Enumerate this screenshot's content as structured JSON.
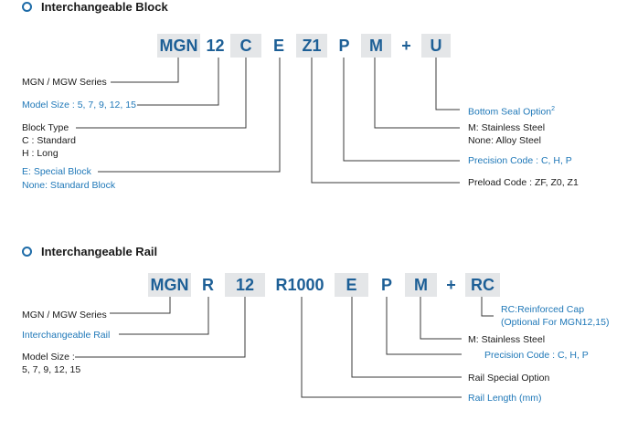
{
  "block": {
    "title": "Interchangeable Block",
    "codes": [
      "MGN",
      "12",
      "C",
      "E",
      "Z1",
      "P",
      "M",
      "+",
      "U"
    ],
    "labels": {
      "series": "MGN / MGW Series",
      "model_size": "Model Size : 5, 7, 9, 12, 15",
      "block_type_title": "Block Type",
      "block_type_c": "C : Standard",
      "block_type_h": "H : Long",
      "special_e": "E: Special Block",
      "special_none": "None: Standard Block",
      "preload": "Preload Code : ZF, Z0, Z1",
      "precision": "Precision Code : C, H, P",
      "material_m": "M: Stainless Steel",
      "material_none": "None: Alloy Steel",
      "seal": "Bottom Seal Option",
      "seal_sup": "2"
    }
  },
  "rail": {
    "title": "Interchangeable Rail",
    "codes": [
      "MGN",
      "R",
      "12",
      "R1000",
      "E",
      "P",
      "M",
      "+",
      "RC"
    ],
    "labels": {
      "series": "MGN / MGW Series",
      "rail": "Interchangeable Rail",
      "model_size_title": "Model Size :",
      "model_size_values": "5, 7, 9, 12, 15",
      "rc_1": "RC:Reinforced Cap",
      "rc_2": "(Optional For MGN12,15)",
      "material_m": "M: Stainless Steel",
      "precision": "Precision Code : C, H, P",
      "special": "Rail Special Option",
      "length": "Rail Length (mm)"
    }
  },
  "colors": {
    "code_text": "#1d5f96",
    "shaded_box": "#e4e6e8",
    "label_blue": "#1f78b8",
    "icon": "#1f6ca8"
  }
}
